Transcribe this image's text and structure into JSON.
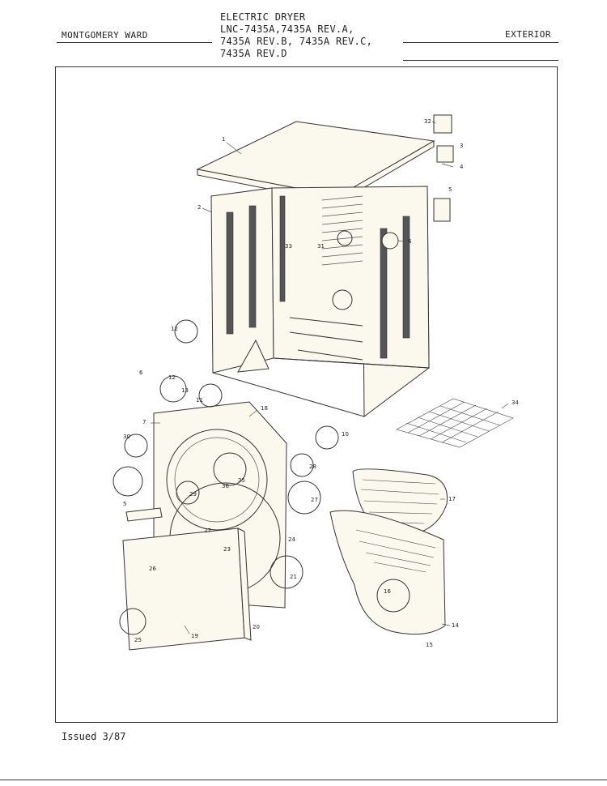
{
  "header": {
    "brand": "MONTGOMERY WARD",
    "title_lines": [
      "ELECTRIC DRYER",
      "LNC-7435A,7435A REV.A,",
      "7435A REV.B, 7435A REV.C,",
      "7435A REV.D"
    ],
    "section": "EXTERIOR"
  },
  "footer": {
    "issued": "Issued 3/87"
  },
  "callouts": {
    "c1": "1",
    "c2": "2",
    "c3": "3",
    "c4": "4",
    "c5a": "5",
    "c5b": "5",
    "c6a": "6",
    "c6b": "6",
    "c7": "7",
    "c10": "10",
    "c11": "11",
    "c12a": "12",
    "c12b": "12",
    "c13": "13",
    "c14": "14",
    "c15": "15",
    "c16": "16",
    "c17": "17",
    "c18": "18",
    "c19": "19",
    "c20": "20",
    "c21": "21",
    "c23": "23",
    "c24": "24",
    "c25": "25",
    "c26": "26",
    "c27a": "27",
    "c27b": "27",
    "c28": "28",
    "c29": "29",
    "c30": "30",
    "c31": "31",
    "c32": "32",
    "c33": "33",
    "c34": "34",
    "c35": "35",
    "c36": "36"
  }
}
